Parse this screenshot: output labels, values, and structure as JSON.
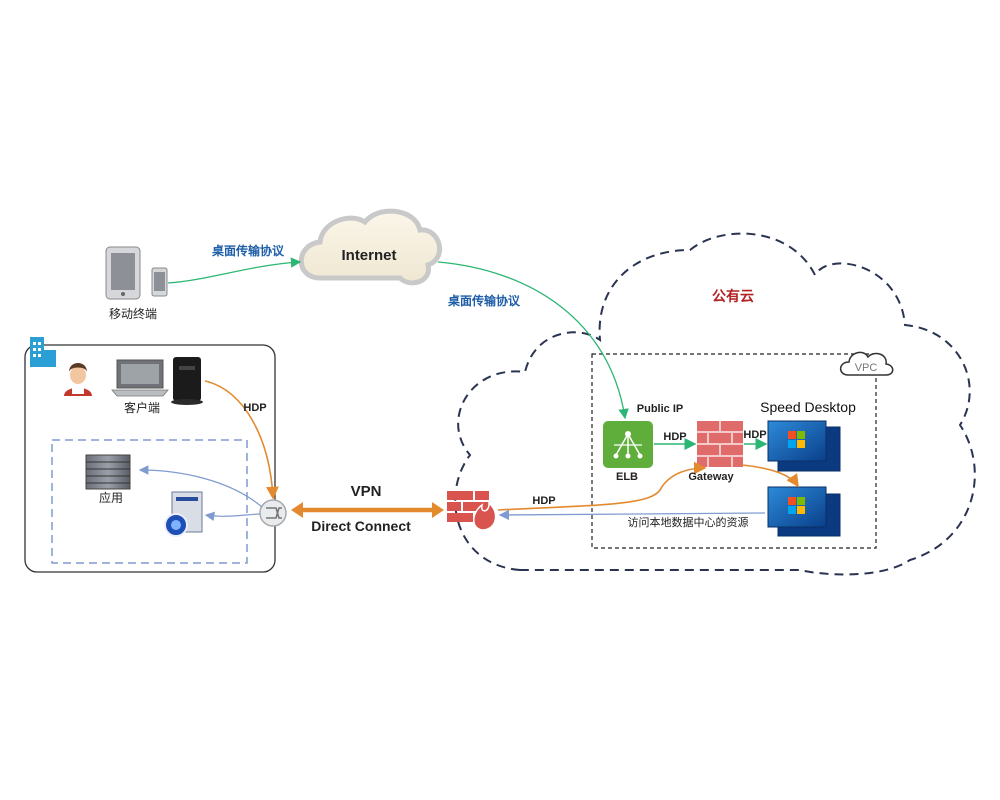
{
  "labels": {
    "mobile_terminal": "移动终端",
    "desktop_protocol_left": "桌面传输协议",
    "desktop_protocol_right": "桌面传输协议",
    "internet": "Internet",
    "public_cloud": "公有云",
    "vpc": "VPC",
    "client": "客户端",
    "application": "应用",
    "hdp_client": "HDP",
    "vpn": "VPN",
    "direct_connect": "Direct Connect",
    "public_ip": "Public IP",
    "hdp_elb": "HDP",
    "hdp_gateway": "HDP",
    "elb": "ELB",
    "gateway": "Gateway",
    "speed_desktop": "Speed Desktop",
    "hdp_firewall": "HDP",
    "access_local_dc": "访问本地数据中心的资源"
  },
  "colors": {
    "green_line": "#2bb673",
    "orange_line": "#e48a2e",
    "blue_line": "#7f9bd0",
    "protocol_text": "#1f5ea8",
    "public_cloud_text": "#b22222",
    "cloud_outline": "#2a3452",
    "elb_green": "#5fae3c",
    "firewall_red": "#d9534f",
    "gateway_pink": "#e06b6b"
  }
}
